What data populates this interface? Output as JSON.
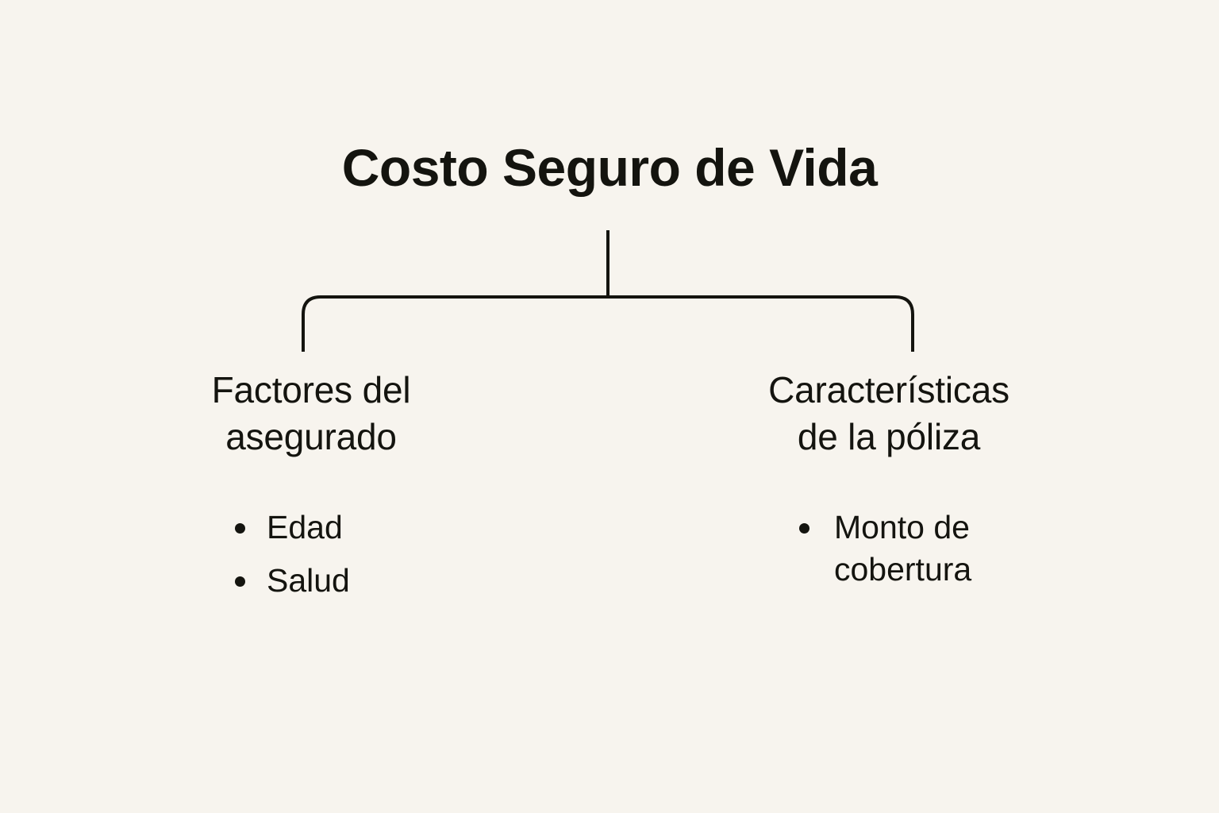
{
  "page": {
    "background_color": "#f7f4ee",
    "text_color": "#14140f",
    "line_color": "#14140f"
  },
  "diagram": {
    "type": "tree",
    "root": {
      "label": "Costo Seguro de Vida"
    },
    "branches": [
      {
        "id": "factores-del-asegurado",
        "heading_line_1": "Factores del",
        "heading_line_2": "asegurado",
        "items": [
          {
            "label": "Edad"
          },
          {
            "label": "Salud"
          }
        ]
      },
      {
        "id": "caracteristicas-de-la-poliza",
        "heading_line_1": "Características",
        "heading_line_2": "de la póliza",
        "items": [
          {
            "label": "Monto de cobertura"
          }
        ]
      }
    ]
  }
}
